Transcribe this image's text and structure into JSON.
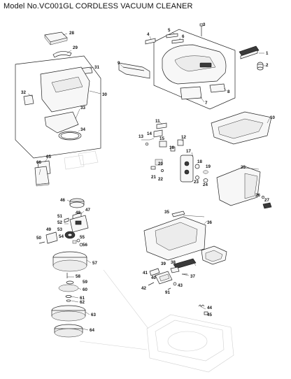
{
  "header": {
    "title": "Model No.VC001GL CORDLESS VACUUM CLEANER"
  },
  "part_numbers": {
    "p1": "1",
    "p2": "2",
    "p3": "3",
    "p4": "4",
    "p5": "5",
    "p6": "6",
    "p7": "7",
    "p8": "8",
    "p9": "9",
    "p10": "10",
    "p11": "11",
    "p12": "12",
    "p13": "13",
    "p14": "14",
    "p15": "15",
    "p16": "16",
    "p17": "17",
    "p18": "18",
    "p19": "19",
    "p20": "20",
    "p21": "21",
    "p22": "22",
    "p23": "23",
    "p24": "24",
    "p25": "25",
    "p26": "26",
    "p27": "27",
    "p28": "28",
    "p29": "29",
    "p30": "30",
    "p31": "31",
    "p32": "32",
    "p33": "33",
    "p34": "34",
    "p35": "35",
    "p36": "36",
    "p37": "37",
    "p38": "38",
    "p39": "39",
    "p40": "40",
    "p41": "41",
    "p42": "42",
    "p43": "43",
    "p44": "44",
    "p45": "45",
    "p46": "46",
    "p47": "47",
    "p48": "48",
    "p49": "49",
    "p50": "50",
    "p51": "51",
    "p52": "52",
    "p53": "53",
    "p54": "54",
    "p55": "55",
    "p56": "56",
    "p57": "57",
    "p58": "58",
    "p59": "59",
    "p60": "60",
    "p61": "61",
    "p62": "62",
    "p63": "63",
    "p64": "64",
    "p65": "65",
    "p66": "66",
    "p91": "91"
  }
}
